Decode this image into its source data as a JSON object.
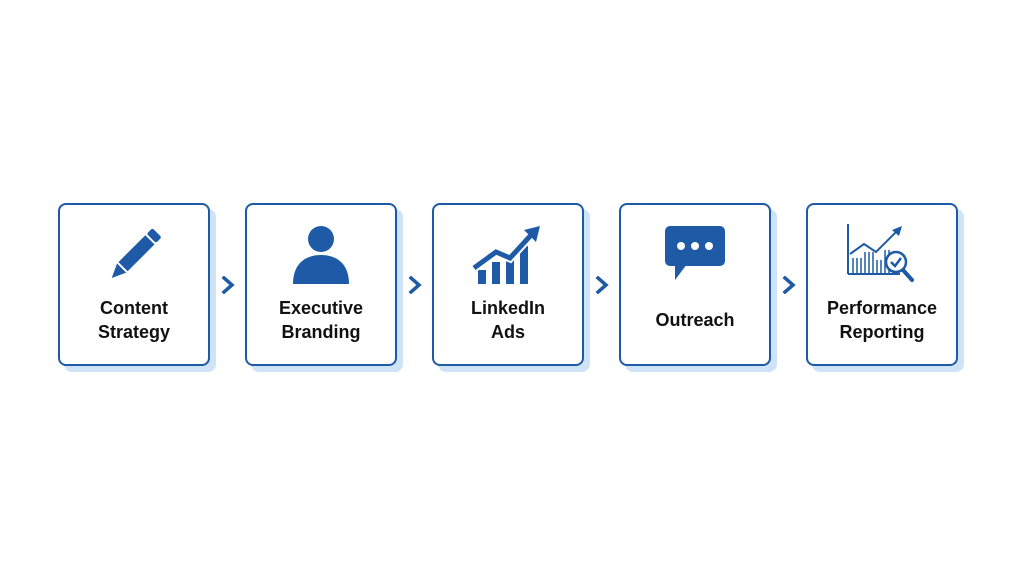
{
  "colors": {
    "accent": "#1e5aa6",
    "shadow": "#cfe3f7",
    "text": "#111111"
  },
  "steps": [
    {
      "label": "Content\nStrategy",
      "icon": "pencil-icon"
    },
    {
      "label": "Executive\nBranding",
      "icon": "person-icon"
    },
    {
      "label": "LinkedIn\nAds",
      "icon": "growth-chart-icon"
    },
    {
      "label": "Outreach",
      "icon": "chat-bubble-icon"
    },
    {
      "label": "Performance\nReporting",
      "icon": "analytics-magnifier-icon"
    }
  ],
  "connector_icon": "chevron-right-icon"
}
